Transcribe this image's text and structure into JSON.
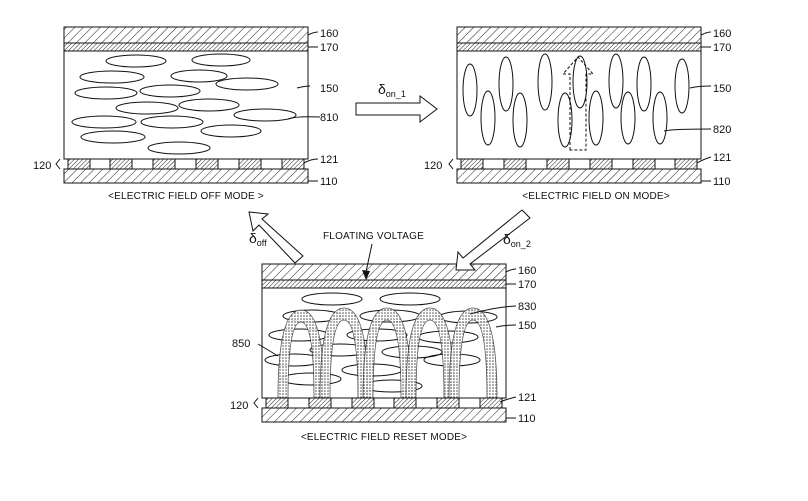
{
  "panels": {
    "off": {
      "caption": "<ELECTRIC FIELD OFF MODE >",
      "refs": {
        "top_plate": "160",
        "top_layer": "170",
        "liquid_crystal": "150",
        "molecules": "810",
        "electrodes": "121",
        "substrate": "110",
        "electrode_group": "120"
      }
    },
    "on": {
      "caption": "<ELECTRIC FIELD ON MODE>",
      "refs": {
        "top_plate": "160",
        "top_layer": "170",
        "liquid_crystal": "150",
        "molecules": "820",
        "electrodes": "121",
        "substrate": "110",
        "electrode_group": "120"
      }
    },
    "reset": {
      "caption": "<ELECTRIC FIELD RESET MODE>",
      "refs": {
        "top_plate": "160",
        "top_layer": "170",
        "field_lines": "830",
        "liquid_crystal": "150",
        "molecules": "850",
        "electrodes": "121",
        "substrate": "110",
        "electrode_group": "120"
      }
    }
  },
  "arrows": {
    "off_to_on": {
      "symbol": "δ",
      "subscript": "on_1"
    },
    "on_to_reset": {
      "symbol": "δ",
      "subscript": "on_2"
    },
    "reset_to_off": {
      "symbol": "δ",
      "subscript": "off"
    }
  },
  "floating_voltage_label": "FLOATING VOLTAGE",
  "colors": {
    "ink": "#111111",
    "paper": "#ffffff"
  }
}
